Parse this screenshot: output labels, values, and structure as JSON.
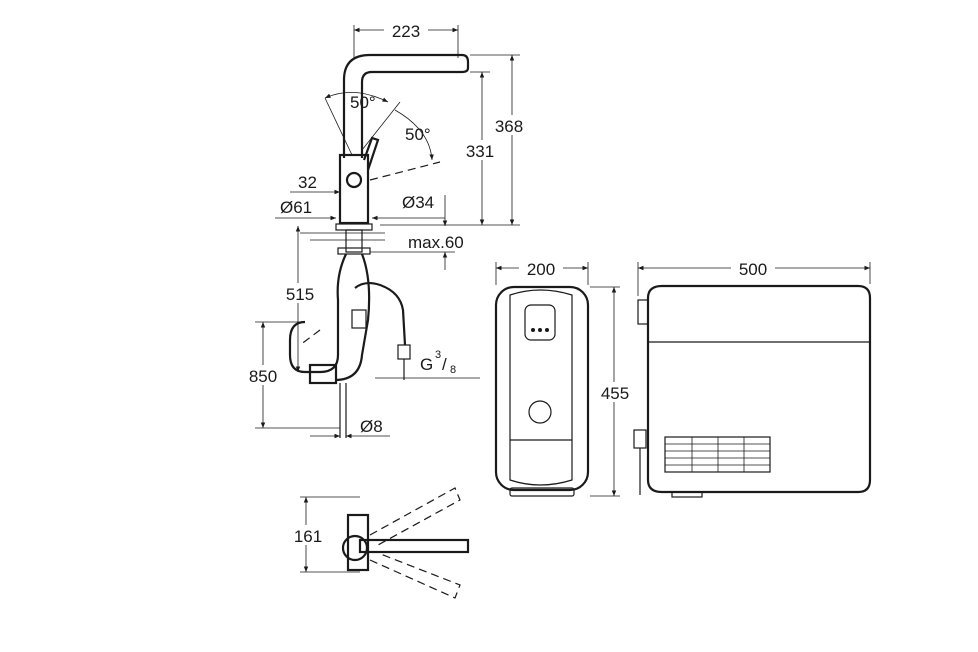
{
  "drawing": {
    "faucet": {
      "spout_reach": "223",
      "total_height": "368",
      "spout_height": "331",
      "angle_1": "50°",
      "angle_2": "50°",
      "lever_offset": "32",
      "base_diameter": "Ø61",
      "hole_diameter": "Ø34",
      "max_thickness": "max.60",
      "hose_length": "515",
      "supply_length": "850",
      "connection_thread": "G",
      "connection_fraction_num": "3",
      "connection_fraction_den": "8",
      "pipe_diameter": "Ø8"
    },
    "top_view": {
      "height": "161"
    },
    "filter_unit": {
      "width": "200",
      "height": "455"
    },
    "chiller_unit": {
      "depth": "500"
    }
  }
}
